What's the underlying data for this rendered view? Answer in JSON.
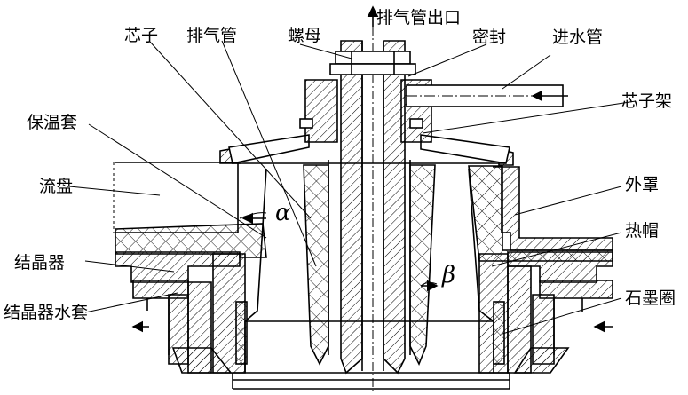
{
  "labels": {
    "xinzi": "芯子",
    "paiqiguan": "排气管",
    "luomu": "螺母",
    "paiqiguan_chukou": "排气管出口",
    "mifeng": "密封",
    "jinshuiguan": "进水管",
    "xinzijia": "芯子架",
    "baowentao": "保温套",
    "liupan": "流盘",
    "waizhao": "外罩",
    "remao": "热帽",
    "jiejingqi": "结晶器",
    "jiejingqi_shuitao": "结晶器水套",
    "shimoquan": "石墨圈"
  },
  "angles": {
    "alpha": "α",
    "beta": "β"
  },
  "icons": [
    "arrow-up-icon",
    "arrow-left-icon"
  ]
}
